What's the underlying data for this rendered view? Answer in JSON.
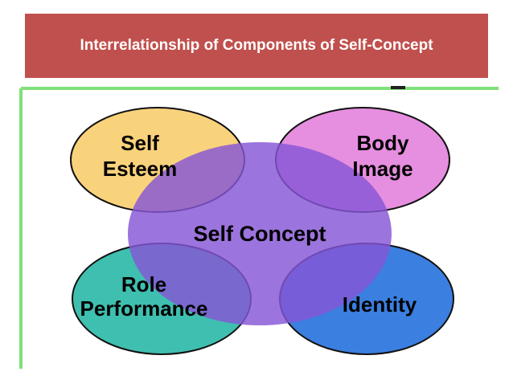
{
  "title": "Interrelationship of Components of Self-Concept",
  "diagram": {
    "center": {
      "label": "Self Concept",
      "color": "#8656d6"
    },
    "components": [
      {
        "lines": [
          "Self",
          "Esteem"
        ],
        "color": "#f9d27c"
      },
      {
        "lines": [
          "Body",
          "Image"
        ],
        "color": "#e68ee0"
      },
      {
        "lines": [
          "Role",
          "Performance"
        ],
        "color": "#3fbfb0"
      },
      {
        "lines": [
          "Identity"
        ],
        "color": "#3b7fe0"
      }
    ]
  },
  "colors": {
    "banner": "#c0504d",
    "frame_border": "#7fe07a"
  }
}
